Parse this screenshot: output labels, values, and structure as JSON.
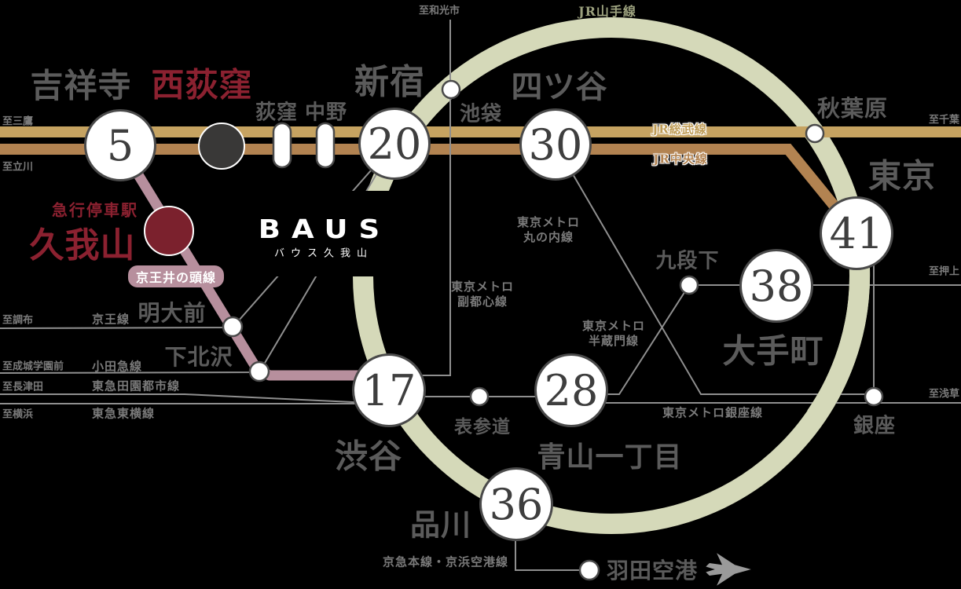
{
  "brand": {
    "logo": "BAUS",
    "logo_sub": "バウス久我山"
  },
  "colors": {
    "background": "#000000",
    "yamanote_band": "#d5d9b9",
    "sobu_gold": "#c6a361",
    "chuo_brown": "#b28351",
    "inokashira_mauve": "#b78f9d",
    "thin_line_gray": "#8f8f8f",
    "accent_red": "#7b212d",
    "station_text_gray": "#5b5b5b",
    "small_label_gray": "#7a7a7a",
    "yamanote_label": "#9ca17e"
  },
  "lines": {
    "yamanote": {
      "label": "JR山手線"
    },
    "sobu": {
      "label": "JR総武線"
    },
    "chuo": {
      "label": "JR中央線"
    },
    "inokashira": {
      "label": "京王井の頭線"
    },
    "keio": {
      "label": "京王線"
    },
    "odakyu": {
      "label": "小田急線"
    },
    "denentoshi": {
      "label": "東急田園都市線"
    },
    "toyoko": {
      "label": "東急東横線"
    },
    "marunouchi": {
      "line1": "東京メトロ",
      "line2": "丸の内線"
    },
    "fukutoshin": {
      "line1": "東京メトロ",
      "line2": "副都心線"
    },
    "hanzomon": {
      "line1": "東京メトロ",
      "line2": "半蔵門線"
    },
    "ginza": {
      "label": "東京メトロ銀座線"
    },
    "keikyu": {
      "label": "京急本線・京浜空港線"
    }
  },
  "timed_stations": [
    {
      "name": "吉祥寺",
      "minutes": "5"
    },
    {
      "name": "新宿",
      "minutes": "20"
    },
    {
      "name": "四ツ谷",
      "minutes": "30"
    },
    {
      "name": "東京",
      "minutes": "41"
    },
    {
      "name": "大手町",
      "minutes": "38"
    },
    {
      "name": "渋谷",
      "minutes": "17"
    },
    {
      "name": "青山一丁目",
      "minutes": "28"
    },
    {
      "name": "品川",
      "minutes": "36"
    }
  ],
  "highlight_stations": {
    "nishiogikubo": "西荻窪",
    "kugayama": "久我山",
    "kugayama_note": "急行停車駅"
  },
  "stations": [
    "池袋",
    "荻窪",
    "中野",
    "秋葉原",
    "明大前",
    "下北沢",
    "表参道",
    "九段下",
    "銀座",
    "羽田空港"
  ],
  "edge_labels": [
    "至三鷹",
    "至立川",
    "至和光市",
    "至千葉",
    "至押上",
    "至浅草",
    "至調布",
    "至成城学園前",
    "至長津田",
    "至横浜"
  ],
  "icons": {
    "airplane": "airplane-icon"
  }
}
